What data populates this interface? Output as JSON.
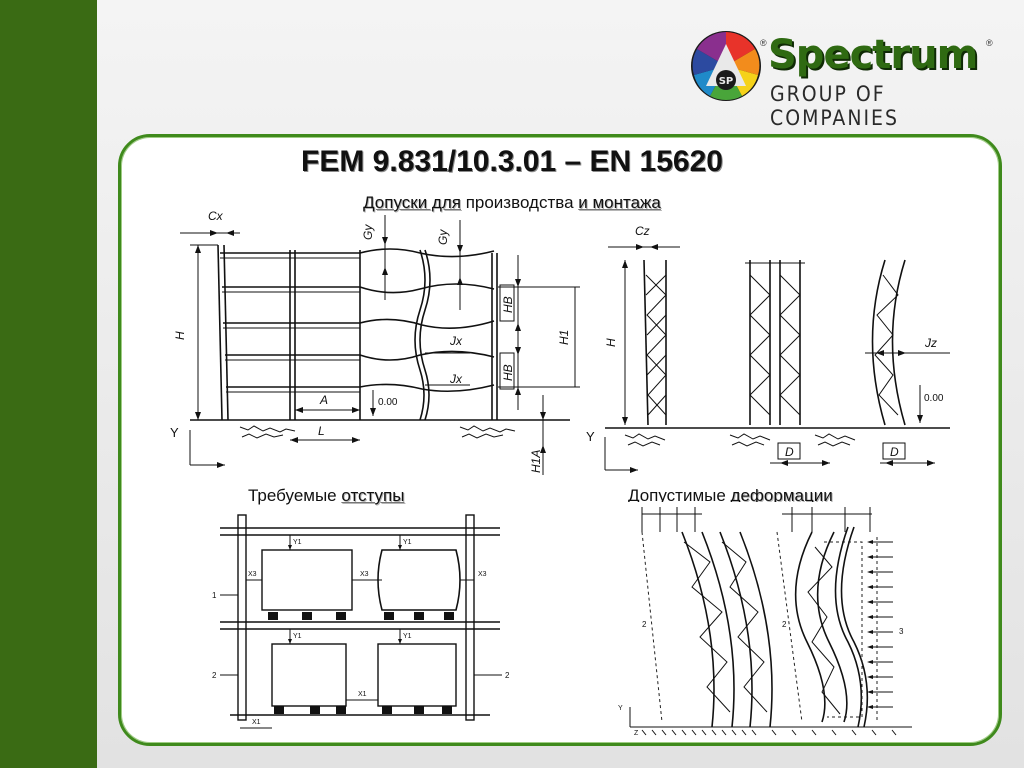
{
  "logo": {
    "brand": "Spectrum",
    "tagline": "GROUP OF COMPANIES",
    "emblem_text": "SP",
    "reg_mark": "®"
  },
  "slide": {
    "title": "FEM 9.831/10.3.01 – EN 15620",
    "subtitle_part1": "Допуски для",
    "subtitle_part2": " производства ",
    "subtitle_part3": "и монтажа"
  },
  "captions": {
    "clearances_plain": "Требуемые ",
    "clearances_highlight": "отступы",
    "deformations_plain": "Допустимые ",
    "deformations_highlight": "деформации"
  },
  "drawing_front": {
    "labels": [
      "Cx",
      "Gy",
      "Gy",
      "H",
      "HB",
      "HB",
      "H1",
      "Jx",
      "Jx",
      "A",
      "L",
      "0.00",
      "Y",
      "H1A"
    ]
  },
  "drawing_side": {
    "labels": [
      "Cz",
      "H",
      "Jz",
      "0.00",
      "D",
      "D",
      "Y"
    ]
  },
  "drawing_clearances": {
    "labels": [
      "Y1",
      "Y1",
      "X3",
      "X3",
      "X3",
      "1",
      "Y1",
      "Y1",
      "2",
      "2",
      "X1",
      "X1"
    ]
  },
  "drawing_deformations": {
    "labels": [
      "2",
      "2",
      "3",
      "Y",
      "Z"
    ]
  },
  "colors": {
    "sidebar": "#3a6b14",
    "card_border": "#3f8a1c",
    "brand_green": "#2f6a12"
  }
}
